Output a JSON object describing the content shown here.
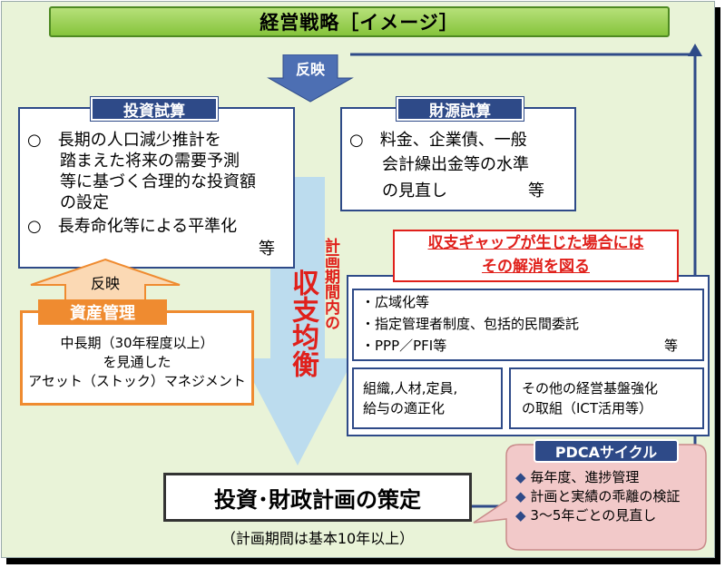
{
  "title": "経営戦略［イメージ］",
  "reflect_label": "反映",
  "investment": {
    "header": "投資試算",
    "lines": [
      "○　長期の人口減少推計を",
      "　　踏まえた将来の需要予測",
      "　　等に基づく合理的な投資額",
      "　　の設定",
      "○　長寿命化等による平準化",
      "等"
    ]
  },
  "finance": {
    "header": "財源試算",
    "lines": [
      "○　料金、企業債、一般",
      "　　会計繰出金等の水準",
      "　　の見直し",
      "等"
    ]
  },
  "balance": {
    "small_text": "計画期間内の",
    "big_text": "収支均衡"
  },
  "assets": {
    "reflect_label": "反映",
    "header": "資産管理",
    "lines": [
      "中長期（30年程度以上）",
      "を見通した",
      "アセット（ストック）マネジメント"
    ]
  },
  "gap": {
    "line1": "収支ギャップが生じた場合には",
    "line2": "その解消を図る",
    "list": [
      "・広域化等",
      "・指定管理者制度、包括的民間委託",
      "・PPP／PFI等"
    ],
    "list_suffix": "等",
    "box1_lines": [
      "組織,人材,定員,",
      "給与の適正化"
    ],
    "box2_lines": [
      "その他の経営基盤強化",
      "の取組（ICT活用等）"
    ]
  },
  "plan": {
    "title": "投資･財政計画の策定",
    "subtitle": "（計画期間は基本10年以上）"
  },
  "pdca": {
    "header": "PDCAサイクル",
    "items": [
      "毎年度、進捗管理",
      "計画と実績の乖離の検証",
      "3～5年ごとの見直し"
    ]
  },
  "colors": {
    "frame_bg": "#e9f3d8",
    "title_green": "#86c43c",
    "navy": "#2e4a88",
    "orange": "#ef8b30",
    "red": "#e0201b",
    "pdca_pink": "#f2c9c9"
  }
}
